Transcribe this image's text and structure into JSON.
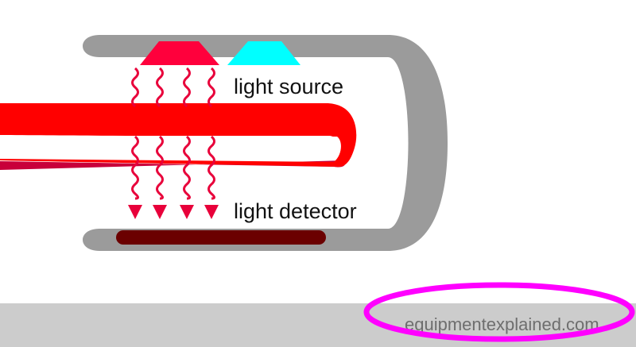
{
  "labels": {
    "light_source": "light source",
    "light_detector": "light detector"
  },
  "watermark": {
    "text": "equipmentexplained.com"
  },
  "colors": {
    "housing": "#9b9b9b",
    "finger": "#ff0000",
    "finger_shadow": "#c8003a",
    "red_led": "#ff003c",
    "infrared_led": "#00ffff",
    "light_waves": "#e8003a",
    "detector": "#6b0000",
    "footer_bar": "#cccccc",
    "highlight_ellipse": "#ff00ff"
  },
  "icons": {
    "emitter_red": "red-led-icon",
    "emitter_infrared": "infrared-led-icon",
    "light_waves": "wavy-arrow-icon"
  }
}
